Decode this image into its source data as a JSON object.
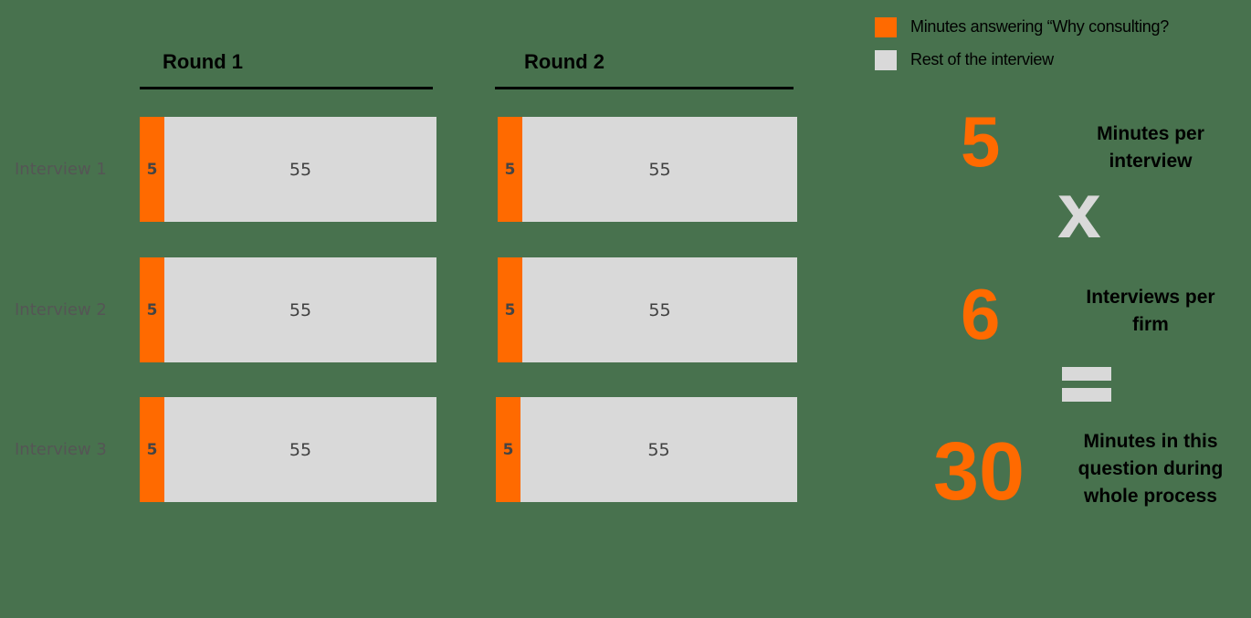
{
  "legend": {
    "items": [
      {
        "label": "Minutes answering “Why consulting?",
        "color": "#FF6A00"
      },
      {
        "label": "Rest of the interview",
        "color": "#D9D9D9"
      }
    ]
  },
  "rounds": [
    {
      "title": "Round 1"
    },
    {
      "title": "Round 2"
    }
  ],
  "rows": [
    {
      "label": "Interview 1"
    },
    {
      "label": "Interview 2"
    },
    {
      "label": "Interview 3"
    }
  ],
  "chart_data": {
    "type": "bar",
    "orientation": "horizontal-stacked",
    "title": "",
    "categories": [
      "Interview 1",
      "Interview 2",
      "Interview 3"
    ],
    "groups": [
      "Round 1",
      "Round 2"
    ],
    "series": [
      {
        "name": "Minutes answering “Why consulting?",
        "color": "#FF6A00",
        "values": {
          "Round 1": [
            5,
            5,
            5
          ],
          "Round 2": [
            5,
            5,
            5
          ]
        }
      },
      {
        "name": "Rest of the interview",
        "color": "#D9D9D9",
        "values": {
          "Round 1": [
            55,
            55,
            55
          ],
          "Round 2": [
            55,
            55,
            55
          ]
        }
      }
    ],
    "data_labels": {
      "round1": [
        {
          "orange": "5",
          "gray": "55"
        },
        {
          "orange": "5",
          "gray": "55"
        },
        {
          "orange": "5",
          "gray": "55"
        }
      ],
      "round2": [
        {
          "orange": "5",
          "gray": "55"
        },
        {
          "orange": "5",
          "gray": "55"
        },
        {
          "orange": "5",
          "gray": "55"
        }
      ]
    },
    "grid": false,
    "legend_position": "top-right"
  },
  "equation": {
    "term1": {
      "value": "5",
      "desc_line1": "Minutes per",
      "desc_line2": "interview"
    },
    "operator1": "x",
    "term2": {
      "value": "6",
      "desc_line1": "Interviews per",
      "desc_line2": "firm"
    },
    "result": {
      "value": "30",
      "desc_line1": "Minutes in this",
      "desc_line2": "question during",
      "desc_line3": "whole process"
    }
  },
  "colors": {
    "accent": "#FF6A00",
    "neutral": "#D9D9D9",
    "background": "#48724E"
  }
}
